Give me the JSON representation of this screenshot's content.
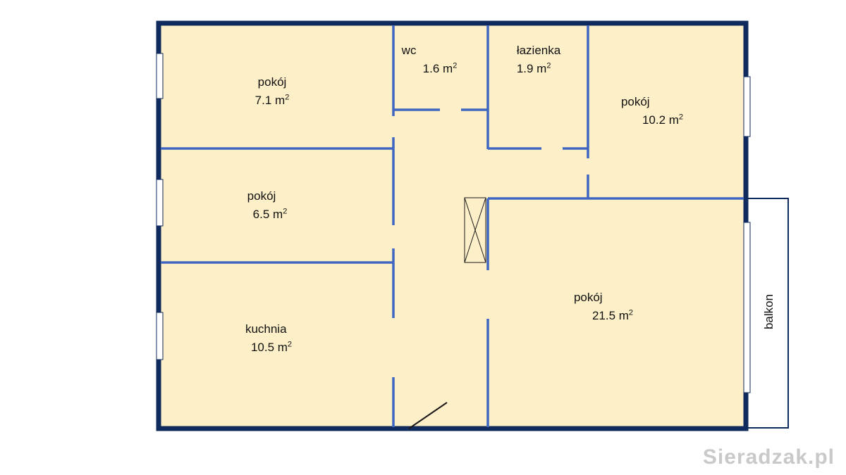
{
  "rooms": [
    {
      "id": "room-nw",
      "name": "pokój",
      "area": "7.1 m",
      "unit_sup": "2"
    },
    {
      "id": "wc",
      "name": "wc",
      "area": "1.6 m",
      "unit_sup": "2"
    },
    {
      "id": "bathroom",
      "name": "łazienka",
      "area": "1.9 m",
      "unit_sup": "2"
    },
    {
      "id": "room-ne",
      "name": "pokój",
      "area": "10.2 m",
      "unit_sup": "2"
    },
    {
      "id": "room-w",
      "name": "pokój",
      "area": "6.5 m",
      "unit_sup": "2"
    },
    {
      "id": "kitchen",
      "name": "kuchnia",
      "area": "10.5 m",
      "unit_sup": "2"
    },
    {
      "id": "living",
      "name": "pokój",
      "area": "21.5 m",
      "unit_sup": "2"
    }
  ],
  "balcony": {
    "label": "balkon"
  },
  "watermark": "Sieradzak.pl",
  "colors": {
    "floor": "#fdefc8",
    "outer_wall": "#0f2a5c",
    "inner_wall": "#3f66c0",
    "window": "#ffffff"
  }
}
